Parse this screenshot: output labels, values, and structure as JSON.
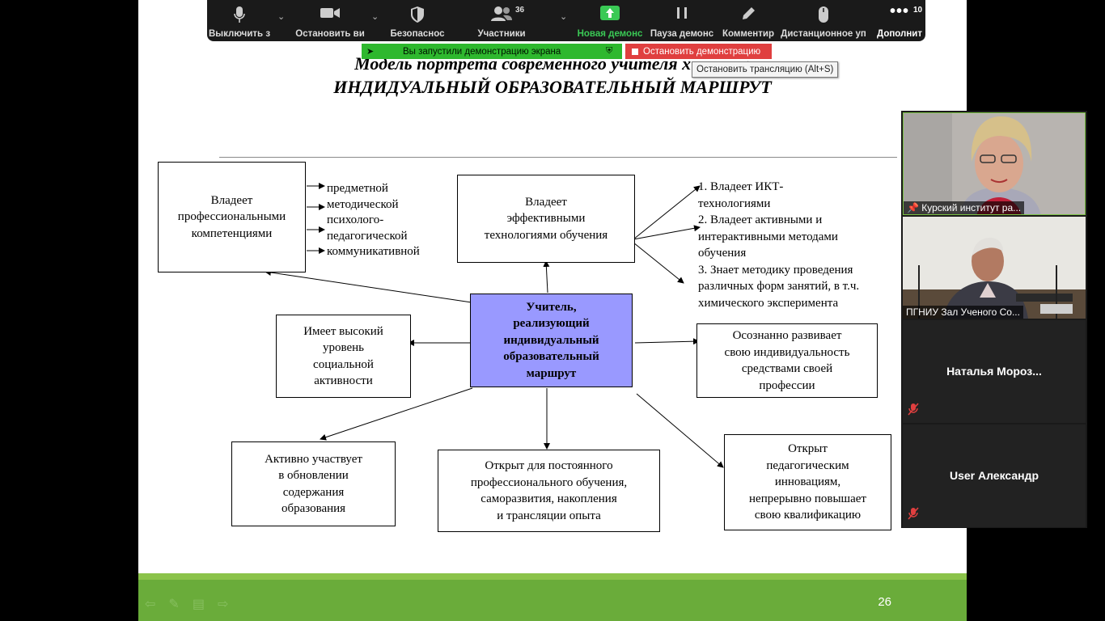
{
  "slide": {
    "title_line1": "Модель портрета современного учителя химии, р",
    "title_line2": "ИНДИДУАЛЬНЫЙ ОБРАЗОВАТЕЛЬНЫЙ МАРШРУТ",
    "center_box": "Учитель,\nреализующий\nиндивидуальный\nобразовательный\nмаршрут",
    "box_competencies": "Владеет\nпрофессиональными\nкомпетенциями",
    "competencies_list": "предметной\nметодической\nпсихолого-\nпедагогической\nкоммуникативной",
    "box_technologies": "Владеет\nэффективными\nтехнологиями обучения",
    "technologies_list": "1. Владеет ИКТ-\nтехнологиями\n2. Владеет активными  и\nинтерактивными  методами\nобучения\n3. Знает методику проведения\nразличных  форм занятий,  в т.ч.\nхимического эксперимента",
    "box_social": "Имеет высокий\nуровень\nсоциальной\nактивности",
    "box_individuality": "Осознанно  развивает\nсвою индивидуальность\nсредствами своей\nпрофессии",
    "box_content": "Активно  участвует\nв обновлении\nсодержания\nобразования",
    "box_learning": "Открыт  для постоянного\nпрофессионального  обучения,\nсаморазвития,  накопления\nи трансляции  опыта",
    "box_innovation": "Открыт\nпедагогическим\nинновациям,\nнепрерывно  повышает\nсвою квалификацию",
    "page_number": "26"
  },
  "toolbar": {
    "mute": "Выключить з",
    "video": "Остановить ви",
    "security": "Безопаснос",
    "participants": "Участники",
    "participants_count": "36",
    "new_share": "Новая демонс",
    "pause_share": "Пауза демонс",
    "annotate": "Комментир",
    "remote": "Дистанционное уп",
    "more": "Дополнит",
    "more_count": "10"
  },
  "share_bar": {
    "status": "Вы запустили демонстрацию экрана",
    "stop": "Остановить демонстрацию",
    "tooltip": "Остановить трансляцию (Alt+S)"
  },
  "participants": {
    "p1": "Курский институт ра...",
    "p2": "ПГНИУ Зал Ученого Со...",
    "p3": "Наталья  Мороз...",
    "p4": "User Александр"
  },
  "colors": {
    "center_box": "#9999ff",
    "footer": "#6aac3a",
    "share_green": "#2eb82e",
    "stop_red": "#e03f3f"
  }
}
